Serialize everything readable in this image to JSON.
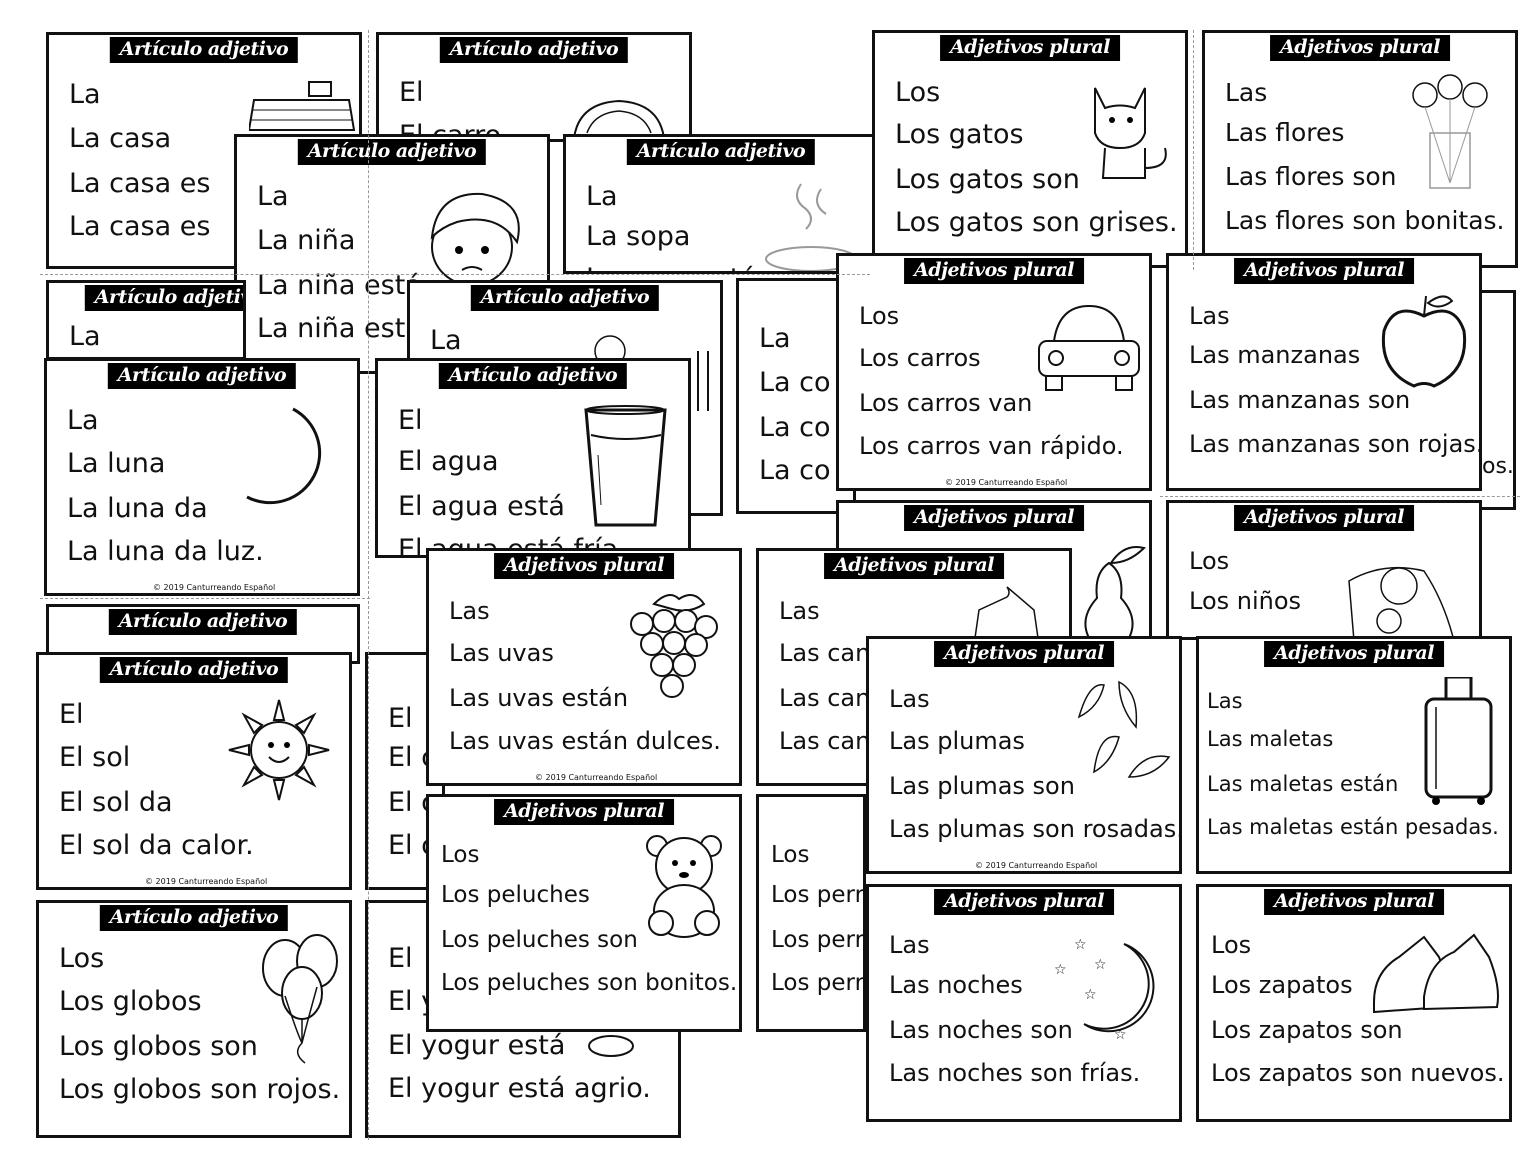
{
  "header_articulo": "Artículo adjetivo",
  "header_plural": "Adjetivos plural",
  "copyright": "© 2019 Canturreando Español",
  "cards": {
    "casa": [
      "La",
      "La casa",
      "La casa es",
      "La casa es"
    ],
    "carro_back": [
      "El",
      "El carro"
    ],
    "nina": [
      "La",
      "La niña",
      "La niña está",
      "La niña está"
    ],
    "sopa": [
      "La",
      "La sopa",
      "La sopa está"
    ],
    "hidden_la": [
      "La"
    ],
    "middle_la": [
      "La"
    ],
    "co": [
      "La",
      "La co",
      "La co",
      "La co"
    ],
    "luna": [
      "La",
      "La luna",
      "La luna da",
      "La luna da luz."
    ],
    "agua": [
      "El",
      "El agua",
      "El agua está",
      "El agua está fría"
    ],
    "sol": [
      "El",
      "El sol",
      "El sol da",
      "El sol da calor."
    ],
    "el_back": [
      "El",
      "El c",
      "El c",
      "El c"
    ],
    "globos": [
      "Los",
      "Los globos",
      "Los globos son",
      "Los globos son rojos."
    ],
    "yogur": [
      "El",
      "El y",
      "El yogur está",
      "El yogur está agrio."
    ],
    "gatos": [
      "Los",
      "Los gatos",
      "Los gatos son",
      "Los gatos son grises."
    ],
    "flores": [
      "Las",
      "Las flores",
      "Las flores son",
      "Las flores son bonitas."
    ],
    "carros": [
      "Los",
      "Los carros",
      "Los carros van",
      "Los carros van rápido."
    ],
    "manzanas": [
      "Las",
      "Las manzanas",
      "Las manzanas son",
      "Las manzanas son rojas."
    ],
    "manzanas_tail": "os.",
    "ninos": [
      "Los",
      "Los niños"
    ],
    "uvas": [
      "Las",
      "Las uvas",
      "Las uvas están",
      "Las uvas están dulces."
    ],
    "camisas": [
      "Las",
      "Las can",
      "Las can",
      "Las can"
    ],
    "plumas": [
      "Las",
      "Las plumas",
      "Las plumas son",
      "Las plumas son rosadas."
    ],
    "maletas": [
      "Las",
      "Las maletas",
      "Las maletas están",
      "Las maletas están pesadas."
    ],
    "peluches": [
      "Los",
      "Los peluches",
      "Los peluches son",
      "Los peluches son bonitos."
    ],
    "perros": [
      "Los",
      "Los perr",
      "Los perr",
      "Los perr"
    ],
    "noches": [
      "Las",
      "Las noches",
      "Las noches son",
      "Las noches son frías."
    ],
    "zapatos": [
      "Los",
      "Los zapatos",
      "Los zapatos son",
      "Los zapatos son nuevos."
    ]
  },
  "icons": [
    "house-icon",
    "car-icon",
    "girl-icon",
    "soup-icon",
    "moon-icon",
    "glass-icon",
    "sun-icon",
    "balloons-icon",
    "cat-icon",
    "flowers-icon",
    "apple-icon",
    "grapes-icon",
    "feathers-icon",
    "suitcase-icon",
    "teddy-bear-icon",
    "night-moon-icon",
    "shoes-icon",
    "pear-icon",
    "shirt-icon",
    "sick-child-icon"
  ]
}
